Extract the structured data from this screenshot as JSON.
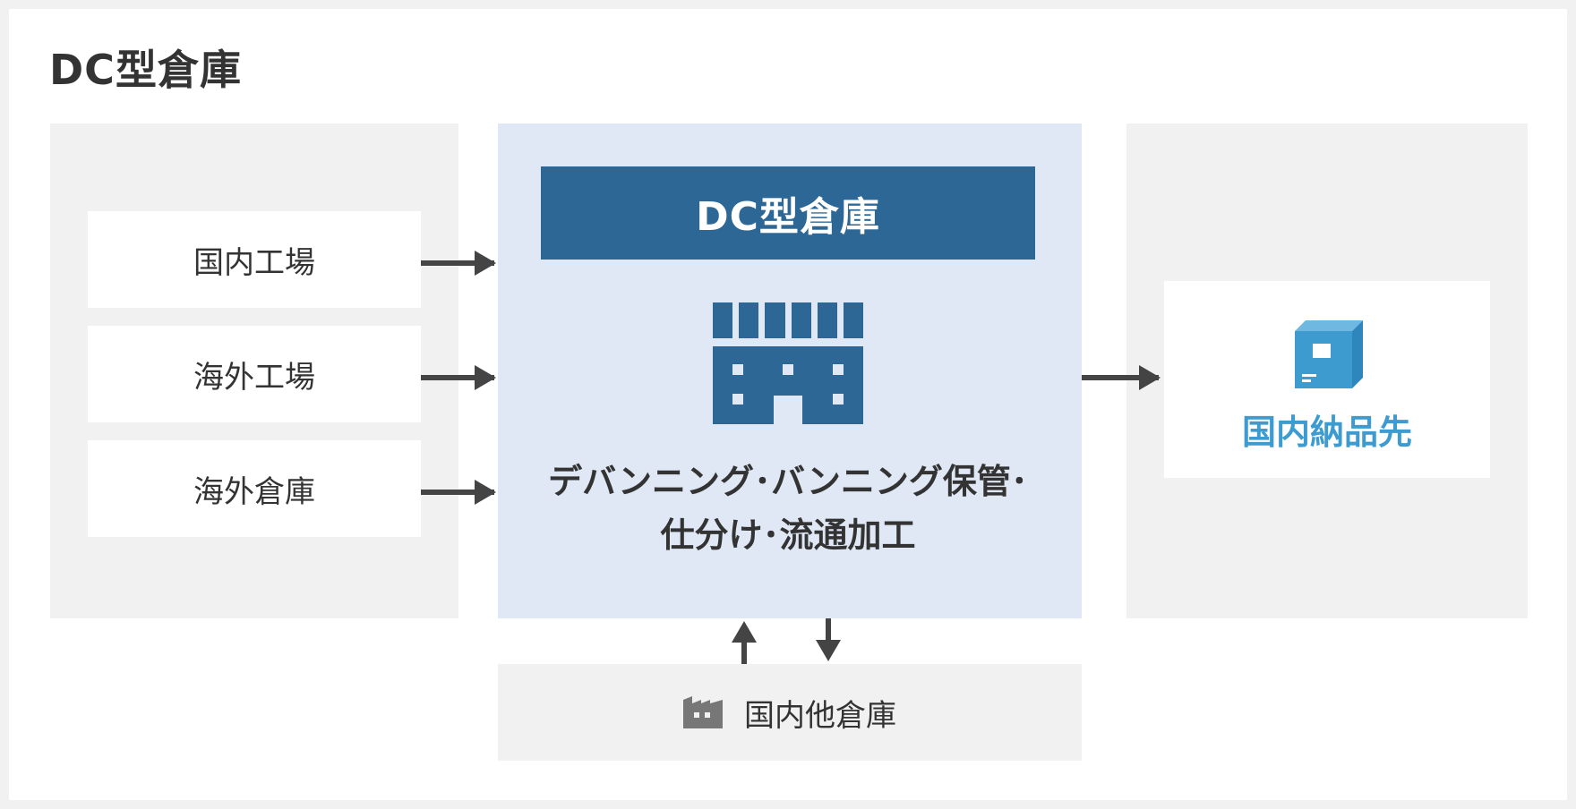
{
  "title": "DC型倉庫",
  "sources": [
    "国内工場",
    "海外工場",
    "海外倉庫"
  ],
  "center": {
    "header": "DC型倉庫",
    "desc_line1": "デバンニング･バンニング保管･",
    "desc_line2": "仕分け･流通加工"
  },
  "destination": {
    "label": "国内納品先"
  },
  "bottom": {
    "label": "国内他倉庫"
  },
  "icons": {
    "warehouse": "warehouse-icon",
    "package": "package-box-icon",
    "factory": "factory-icon"
  },
  "colors": {
    "header_blue": "#2d6796",
    "center_bg": "#dfe8f4",
    "destination_accent": "#3d9bd0",
    "panel_gray": "#f1f1f1",
    "arrow": "#444444"
  }
}
